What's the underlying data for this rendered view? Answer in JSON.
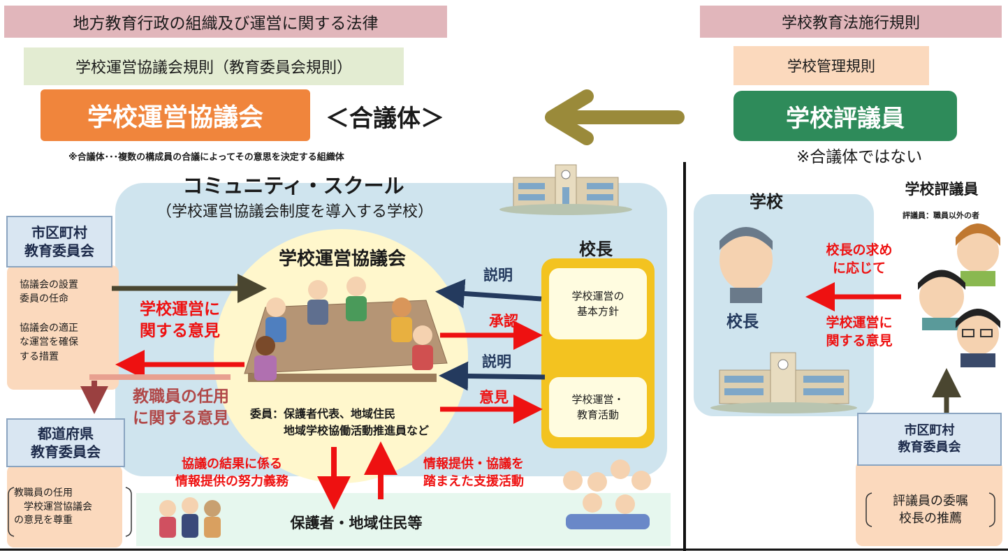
{
  "top": {
    "law_left": "地方教育行政の組織及び運営に関する法律",
    "rules_left": "学校運営協議会規則（教育委員会規則）",
    "council_title": "学校運営協議会",
    "council_type": "＜合議体＞",
    "council_note": "※合議体･･･複数の構成員の合議によってその意思を決定する組織体",
    "law_right": "学校教育法施行規則",
    "rules_right": "学校管理規則",
    "councilor_title": "学校評議員",
    "councilor_note": "※合議体ではない"
  },
  "left": {
    "cs_title": "コミュニティ・スクール",
    "cs_subtitle": "（学校運営協議会制度を導入する学校）",
    "city_board": "市区町村\n教育委員会",
    "city_items": [
      "協議会の設置\n委員の任命",
      "協議会の適正\nな運営を確保\nする措置"
    ],
    "pref_board": "都道府県\n教育委員会",
    "pref_items": "教職員の任用\n　学校運営協議会\nの意見を尊重",
    "council_center": "学校運営協議会",
    "opinion_school": "学校運営に\n関する意見",
    "opinion_staff": "教職員の任用\nに関する意見",
    "members": "委員：保護者代表、地域住民\n　　　地域学校協働活動推進員など",
    "principal_label": "校長",
    "explain_1": "説明",
    "approve": "承認",
    "explain_2": "説明",
    "opinion": "意見",
    "policy_box": "学校運営の\n基本方針",
    "activity_box": "学校運営・\n教育活動",
    "info_duty": "協議の結果に係る\n情報提供の努力義務",
    "support": "情報提供・協議を\n踏まえた支援活動",
    "community": "保護者・地域住民等"
  },
  "right": {
    "school_label": "学校",
    "principal_label": "校長",
    "councilor_title": "学校評議員",
    "councilor_sub": "評議員：職員以外の者",
    "request": "校長の求め\nに応じて",
    "opinion": "学校運営に\n関する意見",
    "city_board": "市区町村\n教育委員会",
    "commission": "評議員の委嘱\n校長の推薦"
  },
  "colors": {
    "orange": "#f0853c",
    "green": "#2e8b5a",
    "red": "#ee1111",
    "navy": "#243a5e",
    "olive": "#9a8a3a",
    "light_blue": "#cfe4ee",
    "yellow": "#f3c320"
  }
}
